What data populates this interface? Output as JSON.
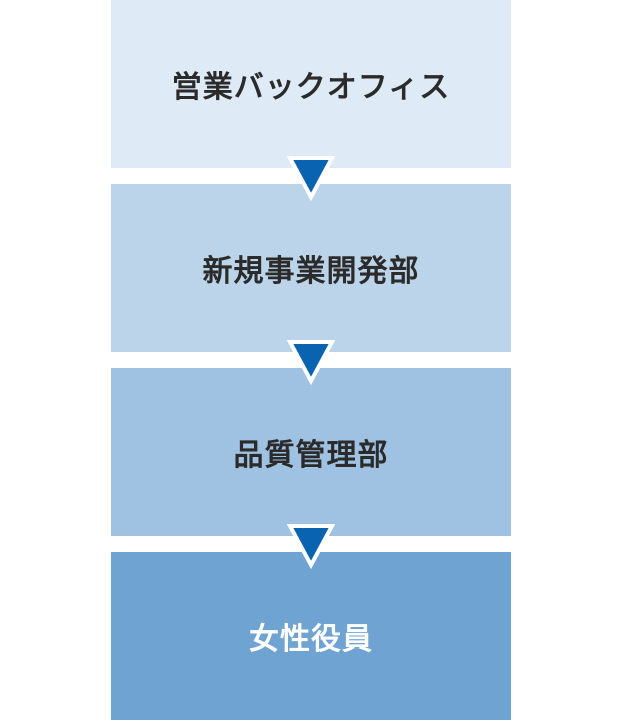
{
  "steps": [
    {
      "label": "営業バックオフィス",
      "bg": "#deeaf5",
      "color": "#2b2b2b"
    },
    {
      "label": "新規事業開発部",
      "bg": "#bcd4ea",
      "color": "#2b2b2b"
    },
    {
      "label": "品質管理部",
      "bg": "#9fc2e3",
      "color": "#2b2b2b"
    },
    {
      "label": "女性役員",
      "bg": "#6fa3d2",
      "color": "#ffffff"
    }
  ],
  "arrow_color": "#0a63b1",
  "arrow_border_color": "#ffffff",
  "arrow_icon": "triangle-down"
}
